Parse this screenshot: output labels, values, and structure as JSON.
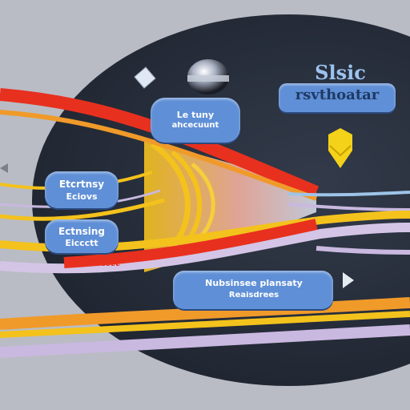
{
  "colors": {
    "background": "#b9bcc4",
    "disc": "#2b3240",
    "pill": "#5f8fd6",
    "pill_text": "#ffffff",
    "stream_red": "#e8301f",
    "stream_orange": "#f09a2a",
    "stream_yellow": "#f4c21c",
    "stream_lavender": "#c9b8df",
    "stream_blue": "#9ec4e8",
    "arrow": "#f5d21a",
    "header_text": "#9cc3ef"
  },
  "icons": [
    "diamond-shape-icon",
    "sphere-icon",
    "double-chevron-down-arrow-icon",
    "triangle-pointer-icon"
  ],
  "header": {
    "title": "Slsic",
    "subtitle": "rsvthoatar"
  },
  "callouts": {
    "top": {
      "line1": "Le tuny",
      "line2": "ahcecuunt"
    },
    "left_upper": {
      "line1": "Etcrtnsy",
      "line2": "Eciovs"
    },
    "left_lower": {
      "line1": "Ectnsing",
      "line2": "Eiccctt"
    },
    "bottom": {
      "line1": "Nubsinsee plansaty",
      "line2": "Reaisdrees"
    }
  },
  "stream_label": "Lcc tttt"
}
